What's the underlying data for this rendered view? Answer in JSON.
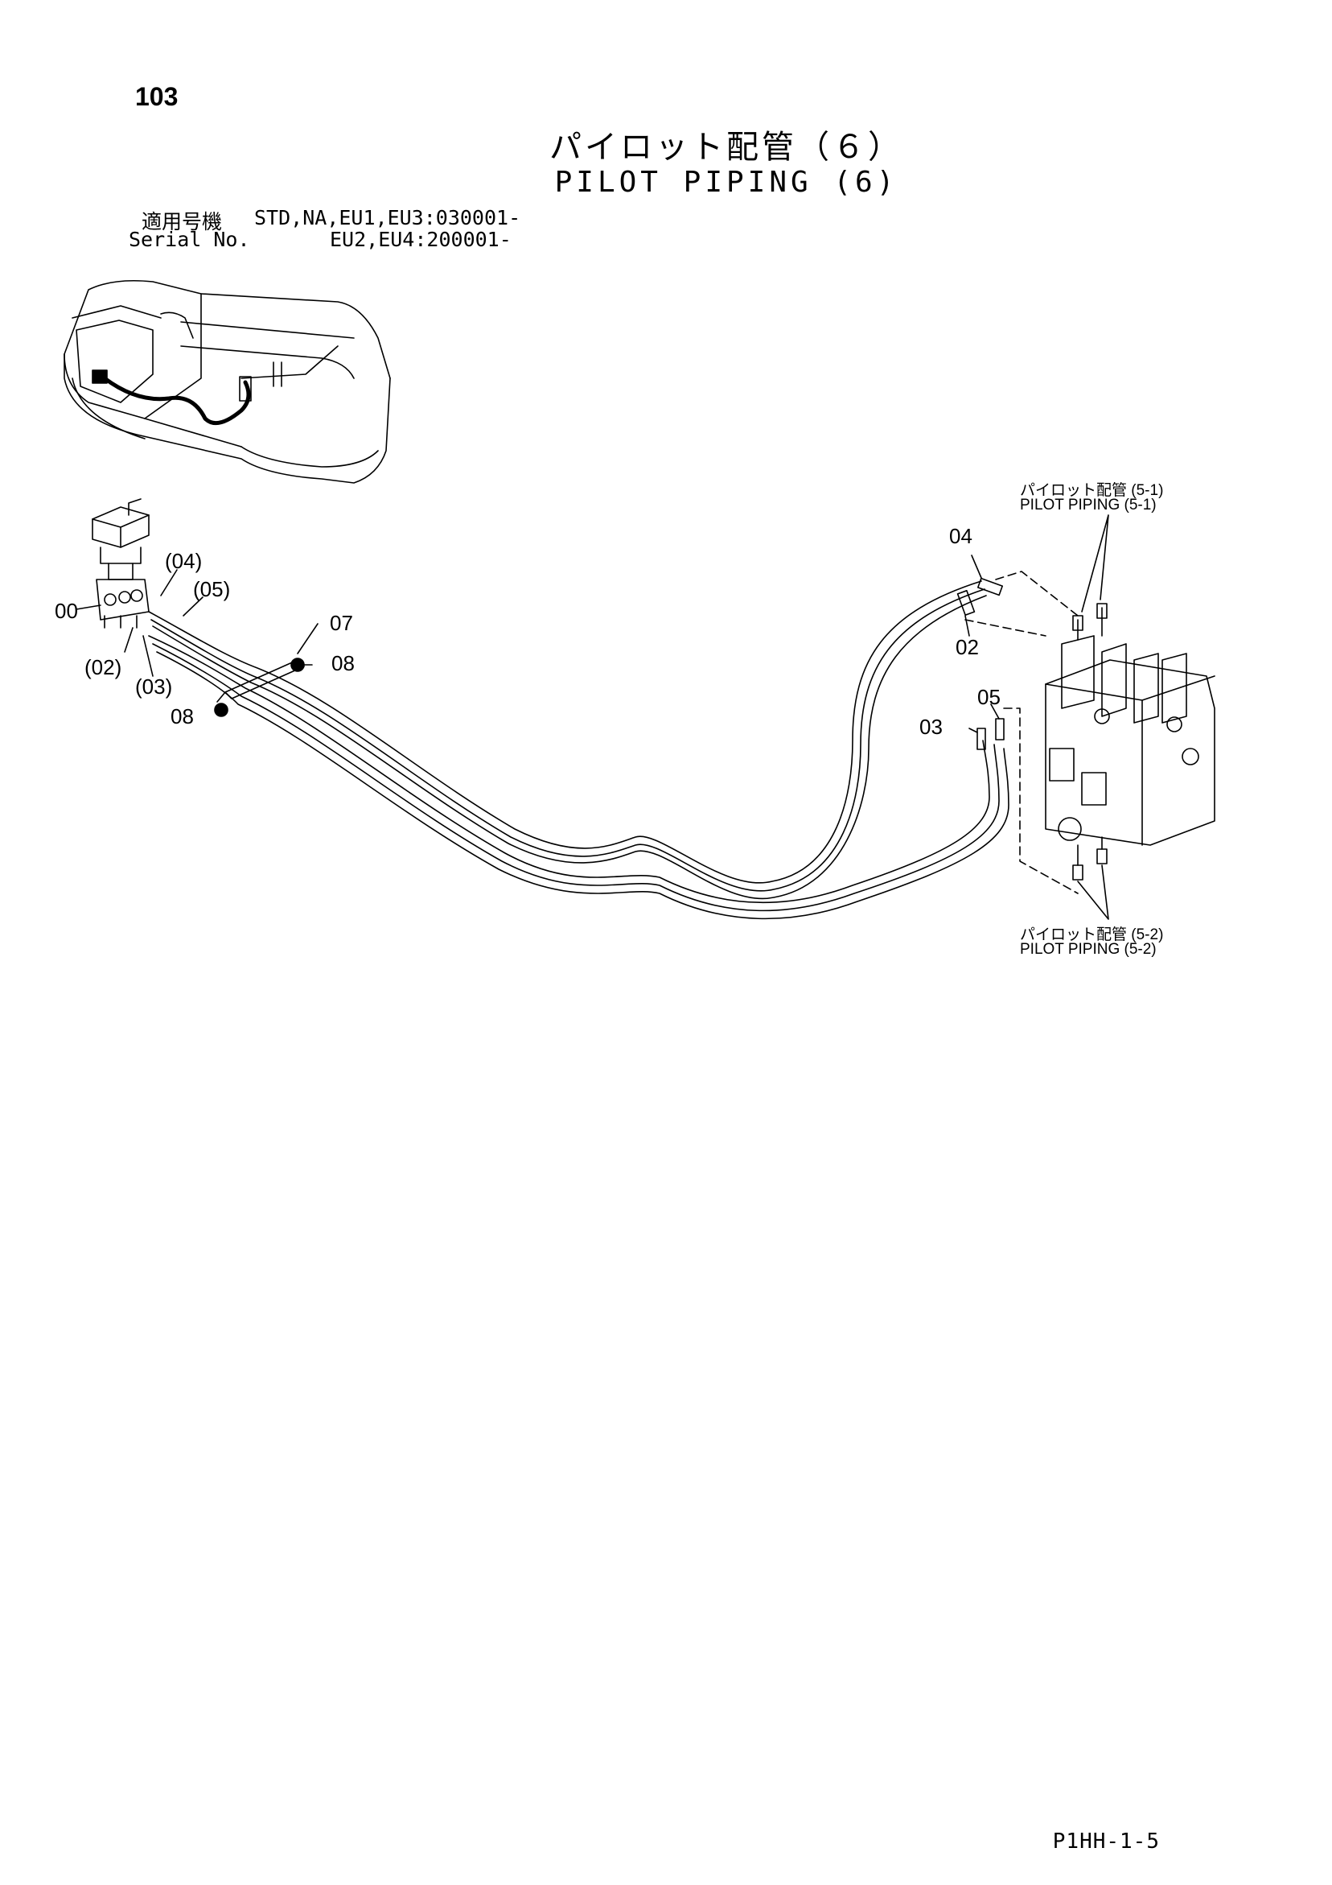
{
  "header": {
    "page_number": "103",
    "title_jp": "パイロット配管（６）",
    "title_en": "PILOT PIPING (6)"
  },
  "serial": {
    "label_jp": "適用号機",
    "label_en": "Serial No.",
    "line1": "STD,NA,EU1,EU3:030001-",
    "line2": "EU2,EU4:200001-"
  },
  "references": {
    "upper_jp": "パイロット配管 (5-1)",
    "upper_en": "PILOT PIPING (5-1)",
    "lower_jp": "パイロット配管 (5-2)",
    "lower_en": "PILOT PIPING (5-2)"
  },
  "callouts": {
    "c00": "00",
    "c02p": "(02)",
    "c03p": "(03)",
    "c04p": "(04)",
    "c05p": "(05)",
    "c07": "07",
    "c08a": "08",
    "c08b": "08",
    "c04": "04",
    "c02": "02",
    "c05": "05",
    "c03": "03"
  },
  "footer": {
    "drawing_code": "P1HH-1-5"
  }
}
